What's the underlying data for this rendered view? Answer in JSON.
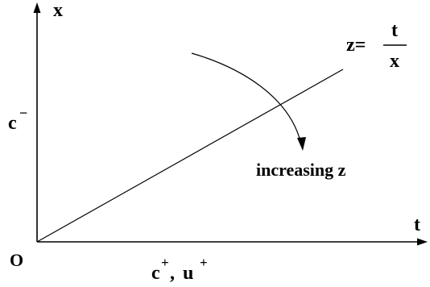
{
  "axes": {
    "vertical_label": "x",
    "horizontal_label": "t",
    "origin_label": "O"
  },
  "annotations": {
    "left_label_base": "c",
    "left_label_sup": "−",
    "bottom_label": {
      "c_base": "c",
      "c_sup": "+",
      "separator": ",",
      "u_base": "u",
      "u_sup": "+"
    },
    "line_label": {
      "prefix": "z=",
      "numerator": "t",
      "denominator": "x"
    },
    "arrow_label": "increasing z"
  },
  "colors": {
    "ink": "#000000",
    "background": "#ffffff"
  }
}
